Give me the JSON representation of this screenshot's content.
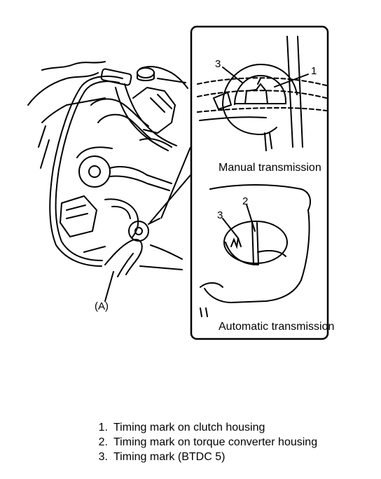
{
  "diagram": {
    "label_a": "(A)",
    "callout_1": "1",
    "callout_2": "2",
    "callout_3_manual": "3",
    "callout_3_auto": "3",
    "manual_caption": "Manual transmission",
    "auto_caption": "Automatic transmission"
  },
  "legend": [
    {
      "num": "1.",
      "text": "Timing mark on clutch housing"
    },
    {
      "num": "2.",
      "text": "Timing mark on torque converter housing"
    },
    {
      "num": "3.",
      "text": "Timing mark (BTDC 5)"
    }
  ]
}
